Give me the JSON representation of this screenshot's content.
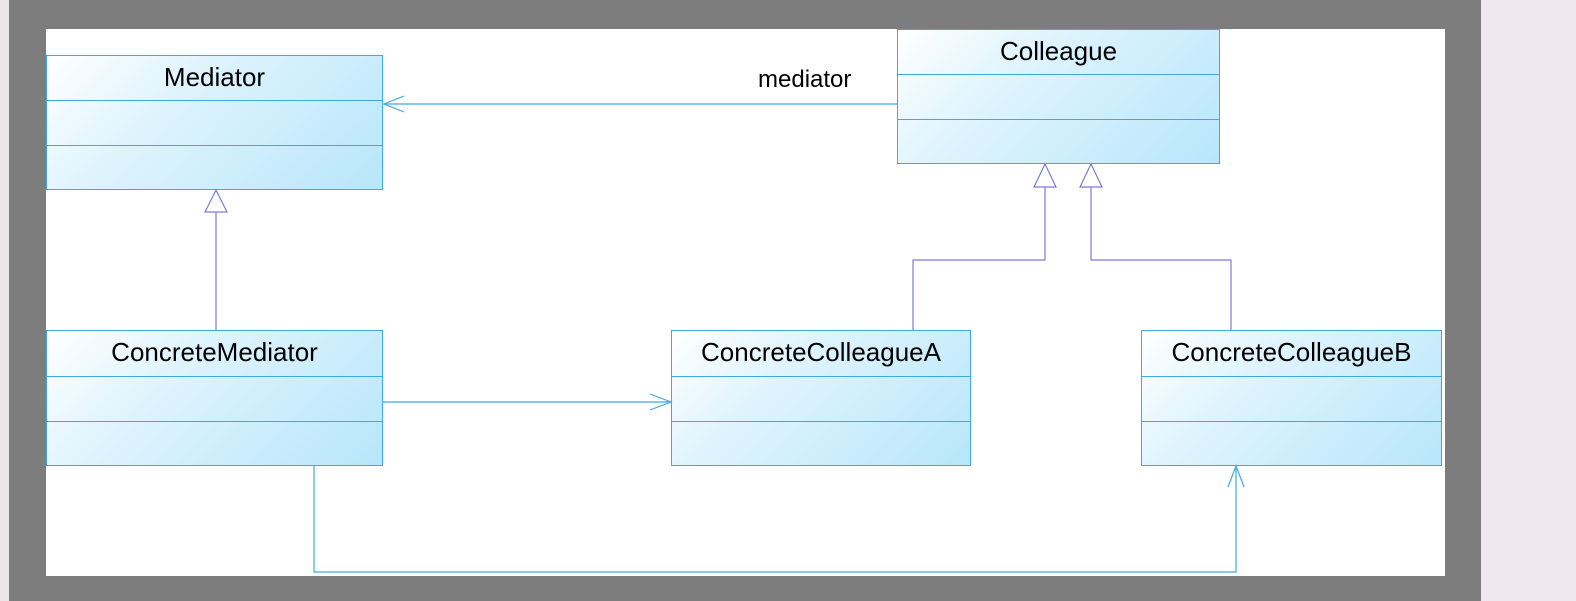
{
  "colors": {
    "frame": "#7d7d7d",
    "canvas": "#ffffff",
    "class_border": "#3fa9e8",
    "class_fill_light": "#dff4fd",
    "class_fill_dark": "#b8e6fb",
    "generalization_line": "#7b7bd6",
    "association_line": "#3fa9e8"
  },
  "classes": {
    "mediator": {
      "name": "Mediator"
    },
    "colleague": {
      "name": "Colleague"
    },
    "concrete_mediator": {
      "name": "ConcreteMediator"
    },
    "concrete_colleague_a": {
      "name": "ConcreteColleagueA"
    },
    "concrete_colleague_b": {
      "name": "ConcreteColleagueB"
    }
  },
  "relations": {
    "colleague_to_mediator": {
      "label": "mediator",
      "kind": "association",
      "from": "Colleague",
      "to": "Mediator"
    },
    "mediator_generalization": {
      "kind": "generalization",
      "from": "ConcreteMediator",
      "to": "Mediator"
    },
    "colleague_a_generalization": {
      "kind": "generalization",
      "from": "ConcreteColleagueA",
      "to": "Colleague"
    },
    "colleague_b_generalization": {
      "kind": "generalization",
      "from": "ConcreteColleagueB",
      "to": "Colleague"
    },
    "mediator_to_a": {
      "kind": "association",
      "from": "ConcreteMediator",
      "to": "ConcreteColleagueA"
    },
    "mediator_to_b": {
      "kind": "association",
      "from": "ConcreteMediator",
      "to": "ConcreteColleagueB"
    }
  }
}
